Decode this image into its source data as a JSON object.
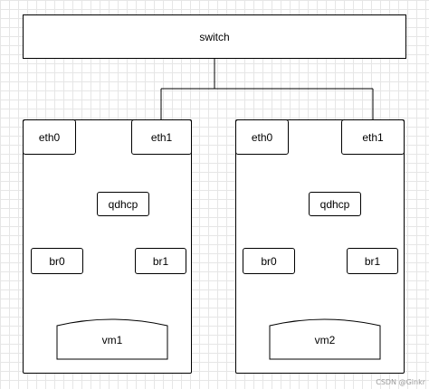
{
  "switch": {
    "label": "switch"
  },
  "hosts": [
    {
      "eth0": "eth0",
      "eth1": "eth1",
      "qdhcp": "qdhcp",
      "br0": "br0",
      "br1": "br1",
      "vm": "vm1"
    },
    {
      "eth0": "eth0",
      "eth1": "eth1",
      "qdhcp": "qdhcp",
      "br0": "br0",
      "br1": "br1",
      "vm": "vm2"
    }
  ],
  "watermark": "CSDN @Ginkr"
}
